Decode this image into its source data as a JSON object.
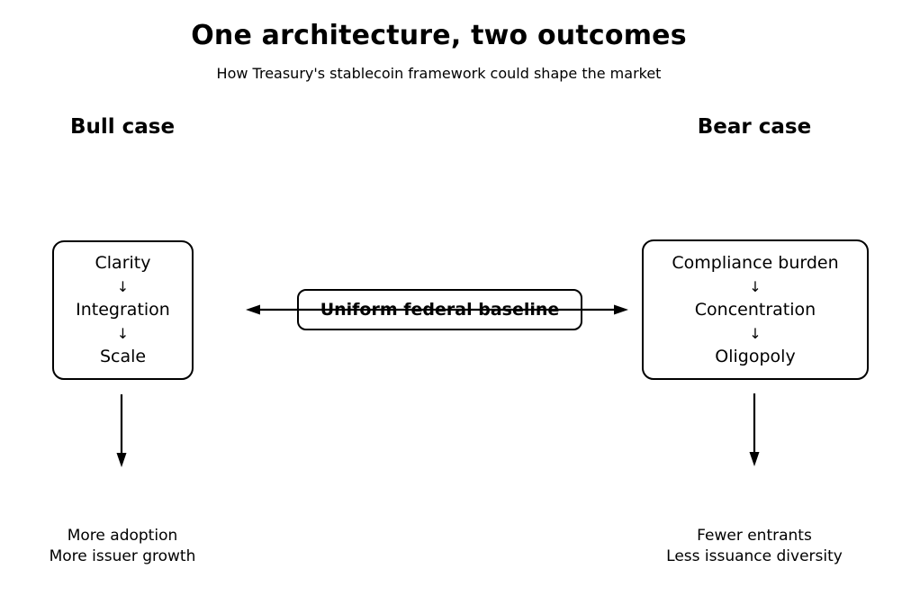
{
  "title": "One architecture, two outcomes",
  "subtitle": "How Treasury's stablecoin framework could shape the market",
  "center": {
    "label": "Uniform federal baseline"
  },
  "bull": {
    "header": "Bull case",
    "box": [
      "Clarity",
      "↓",
      "Integration",
      "↓",
      "Scale"
    ],
    "outcome": [
      "More adoption",
      "More issuer growth"
    ]
  },
  "bear": {
    "header": "Bear case",
    "box": [
      "Compliance burden",
      "↓",
      "Concentration",
      "↓",
      "Oligopoly"
    ],
    "outcome": [
      "Fewer entrants",
      "Less issuance diversity"
    ]
  },
  "colors": {
    "ink": "#000000",
    "background": "#ffffff"
  }
}
